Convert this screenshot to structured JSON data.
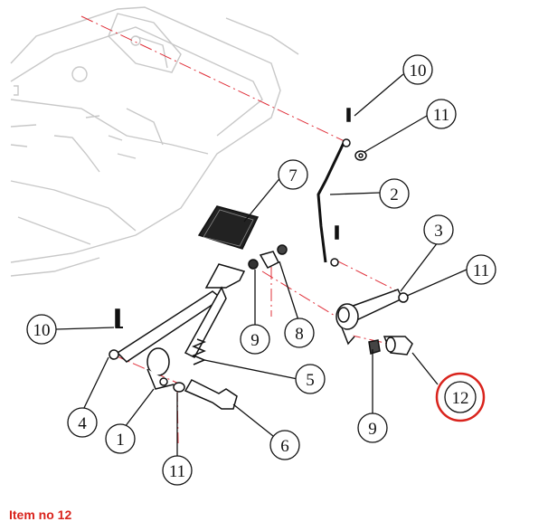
{
  "callouts": [
    {
      "id": "c10a",
      "label": "10"
    },
    {
      "id": "c11a",
      "label": "11"
    },
    {
      "id": "c7",
      "label": "7"
    },
    {
      "id": "c2",
      "label": "2"
    },
    {
      "id": "c3",
      "label": "3"
    },
    {
      "id": "c11b",
      "label": "11"
    },
    {
      "id": "c10b",
      "label": "10"
    },
    {
      "id": "c9a",
      "label": "9"
    },
    {
      "id": "c8",
      "label": "8"
    },
    {
      "id": "c5",
      "label": "5"
    },
    {
      "id": "c4",
      "label": "4"
    },
    {
      "id": "c1",
      "label": "1"
    },
    {
      "id": "c6",
      "label": "6"
    },
    {
      "id": "c11c",
      "label": "11"
    },
    {
      "id": "c12",
      "label": "12"
    },
    {
      "id": "c9b",
      "label": "9"
    }
  ],
  "highlighted_item": "12",
  "caption": "Item no 12",
  "colors": {
    "highlight": "#d9231c",
    "line": "#111111",
    "frame": "#c8c8c8",
    "centerline": "#e0303a"
  }
}
